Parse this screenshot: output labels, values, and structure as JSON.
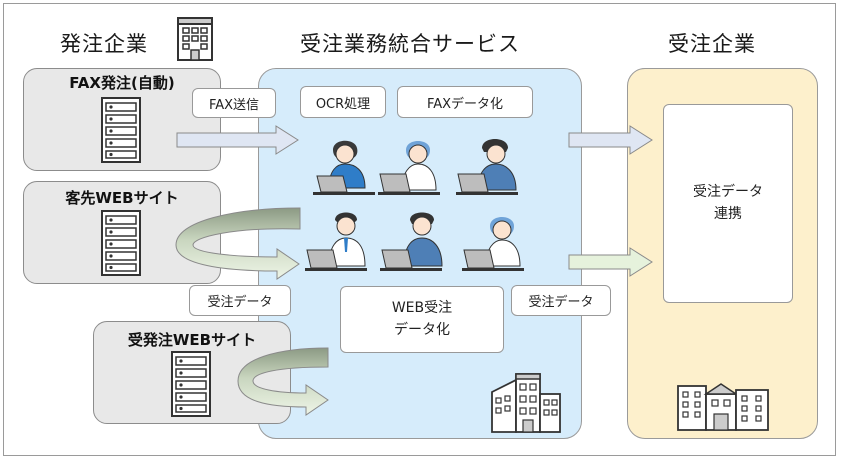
{
  "headings": {
    "ordering_company": "発注企業",
    "service": "受注業務統合サービス",
    "receiving_company": "受注企業"
  },
  "sources": [
    {
      "label": "FAX発注(自動)"
    },
    {
      "label": "客先WEBサイト"
    },
    {
      "label": "受発注WEBサイト"
    }
  ],
  "labels": {
    "fax_send": "FAX送信",
    "ocr": "OCR処理",
    "fax_data": "FAXデータ化",
    "order_data_left": "受注データ",
    "order_data_right": "受注データ",
    "web_data_line1": "WEB受注",
    "web_data_line2": "データ化",
    "link_line1": "受注データ",
    "link_line2": "連携"
  },
  "colors": {
    "service_bg": "#d6ecfb",
    "customer_bg": "#fdf0cc",
    "source_bg": "#e8e8e8",
    "arrow_blue": "#dfe6f3",
    "arrow_green": "#e6f2dc"
  }
}
